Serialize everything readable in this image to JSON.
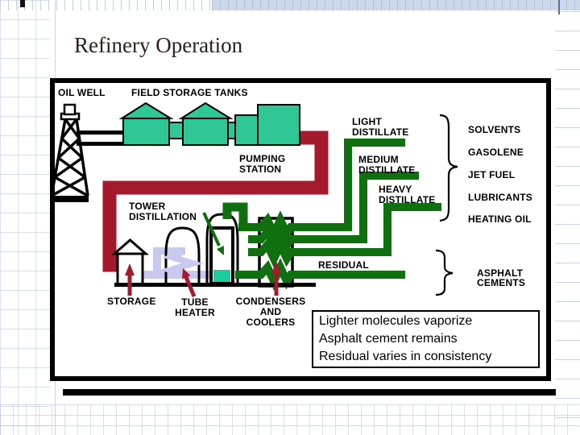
{
  "title": "Refinery Operation",
  "colors": {
    "tank_green": "#2ec795",
    "liquid_teal": "#19cd9c",
    "pipe_crimson": "#a31a2c",
    "pipe_green": "#107010",
    "pipe_lavender": "#c9c9f0"
  },
  "labels": {
    "oil_well": "OIL WELL",
    "field_storage_tanks": "FIELD STORAGE TANKS",
    "pumping_station": [
      "PUMPING",
      "STATION"
    ],
    "tower_distillation": [
      "TOWER",
      "DISTILLATION"
    ],
    "light_distillate": [
      "LIGHT",
      "DISTILLATE"
    ],
    "medium_distillate": [
      "MEDIUM",
      "DISTILLATE"
    ],
    "heavy_distillate": [
      "HEAVY",
      "DISTILLATE"
    ],
    "residual": "RESIDUAL",
    "storage": "STORAGE",
    "tube_heater": [
      "TUBE",
      "HEATER"
    ],
    "condensers": [
      "CONDENSERS",
      "AND",
      "COOLERS"
    ],
    "asphalt_cements": [
      "ASPHALT",
      "CEMENTS"
    ]
  },
  "products": [
    "SOLVENTS",
    "GASOLENE",
    "JET FUEL",
    "LUBRICANTS",
    "HEATING OIL"
  ],
  "note_box": [
    "Lighter molecules vaporize",
    "Asphalt cement remains",
    "Residual varies in consistency"
  ]
}
